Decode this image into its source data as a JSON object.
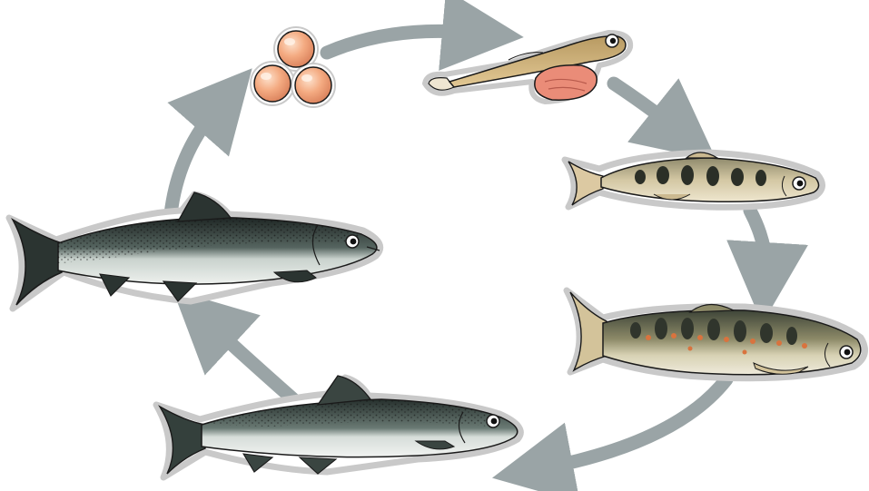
{
  "diagram": {
    "type": "life-cycle",
    "subject": "salmon",
    "stages": [
      {
        "id": "eggs",
        "icon": "salmon-eggs-icon"
      },
      {
        "id": "alevin",
        "icon": "alevin-icon"
      },
      {
        "id": "fry",
        "icon": "fry-icon"
      },
      {
        "id": "parr",
        "icon": "parr-icon"
      },
      {
        "id": "smolt",
        "icon": "smolt-icon"
      },
      {
        "id": "adult",
        "icon": "adult-salmon-icon"
      }
    ],
    "flow": "clockwise",
    "arrow_count": 6
  },
  "colors": {
    "arrow": "#9aa4a6",
    "egg": "#f2a77f",
    "egg_highlight": "#fbd9c2",
    "yolk_sac": "#e98a78",
    "fish_dark": "#2b3431",
    "fish_mid": "#5c6b66",
    "fish_belly": "#e8ece8",
    "fry_body": "#d8c8a4",
    "parr_spot": "#d9733e",
    "outline": "#1a1a1a"
  }
}
